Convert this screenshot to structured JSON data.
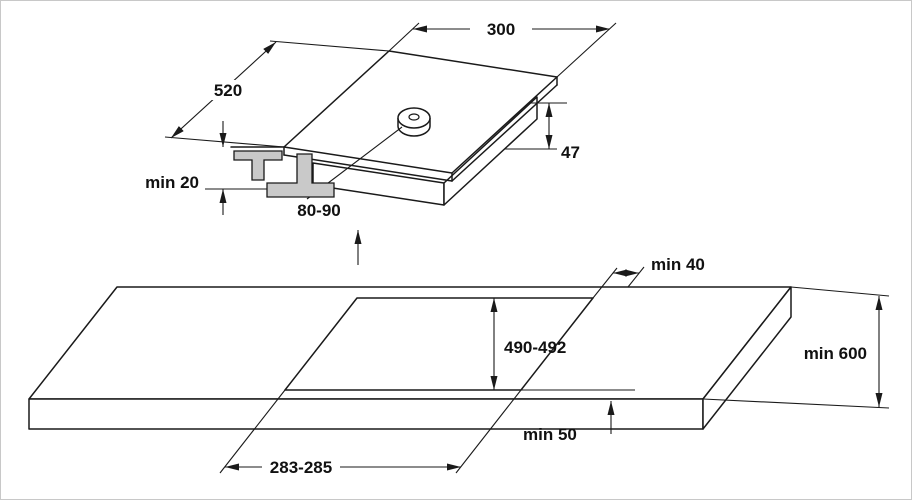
{
  "title": "hob-installation-dimensions-diagram",
  "colors": {
    "line": "#1a1a1a",
    "bracket_fill": "#c9c9c9",
    "background": "#ffffff"
  },
  "hob_view": {
    "width": "300",
    "depth": "520",
    "height": "47",
    "min_clamp": "min 20",
    "knob_offset": "80-90"
  },
  "worktop_view": {
    "rear_clearance": "min 40",
    "cutout_depth": "490-492",
    "min_depth": "min 600",
    "front_clearance": "min 50",
    "cutout_width": "283-285"
  }
}
